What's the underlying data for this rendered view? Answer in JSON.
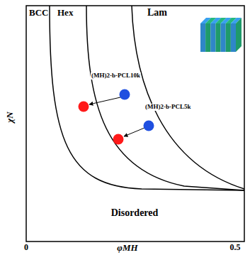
{
  "diagram": {
    "labels": [
      "BCC",
      "Hex",
      "Lam",
      "(MH)2-b-PCL10k",
      "(MH)2-b-PCL5k",
      "Disordered",
      "χN",
      "0",
      "0.5",
      "φMH"
    ]
  }
}
